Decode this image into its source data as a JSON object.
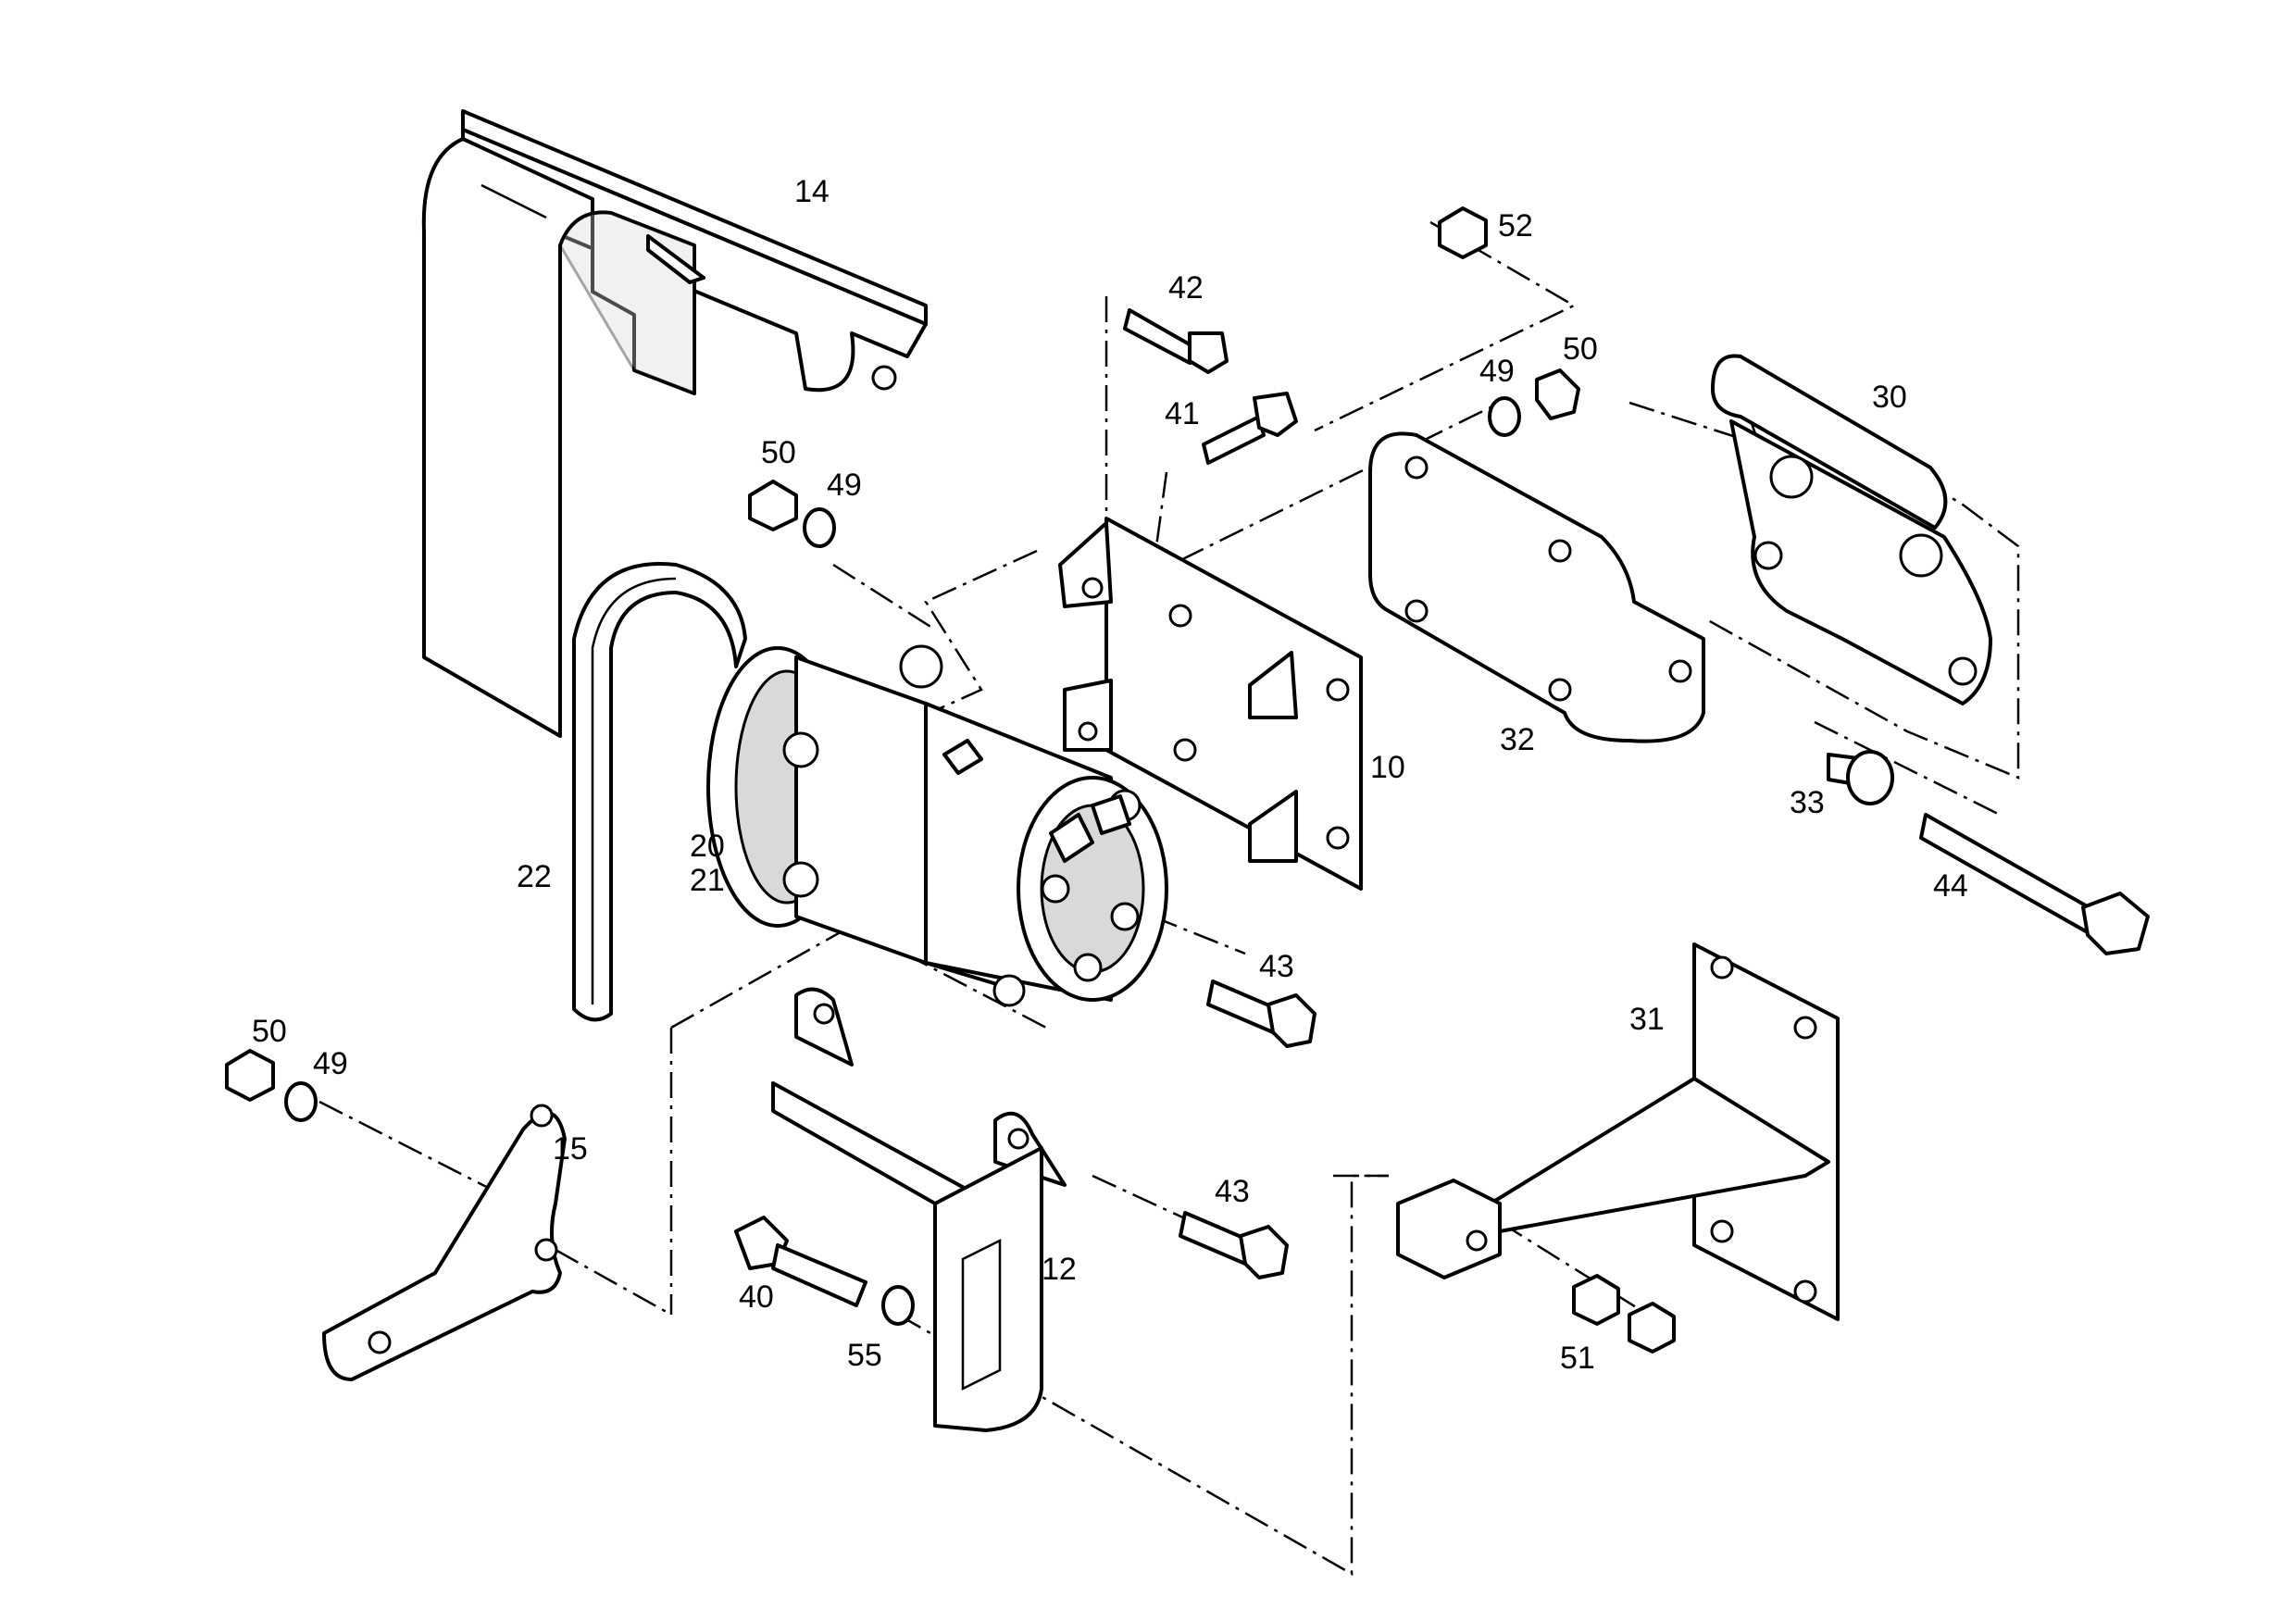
{
  "diagram": {
    "labels": {
      "l14": "14",
      "l52": "52",
      "l42": "42",
      "l41": "41",
      "l49a": "49",
      "l50a": "50",
      "l30": "30",
      "l50b": "50",
      "l49b": "49",
      "l10": "10",
      "l32": "32",
      "l33": "33",
      "l44": "44",
      "l22": "22",
      "l20": "20",
      "l21": "21",
      "l43a": "43",
      "l31": "31",
      "l50c": "50",
      "l49c": "49",
      "l15": "15",
      "l43b": "43",
      "l12": "12",
      "l40": "40",
      "l55": "55",
      "l51": "51"
    }
  }
}
